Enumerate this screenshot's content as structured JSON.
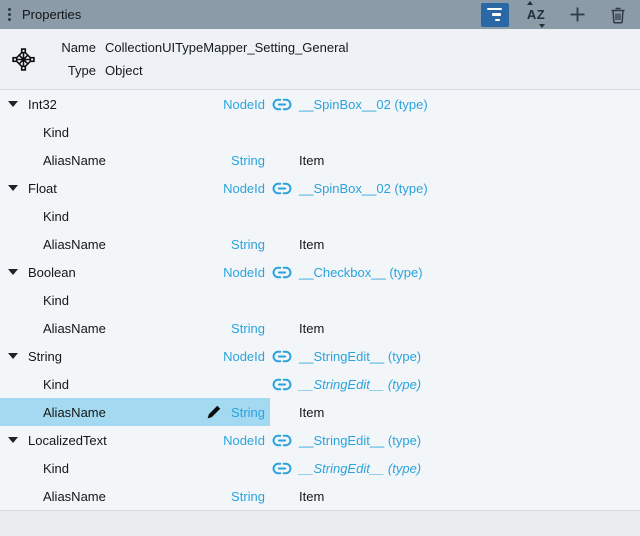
{
  "header": {
    "title": "Properties",
    "buttons": [
      {
        "name": "view-options",
        "icon": "list-tree-icon",
        "active": true
      },
      {
        "name": "sort-az",
        "icon": "sort-az-icon",
        "active": false
      },
      {
        "name": "add",
        "icon": "plus-icon",
        "active": false
      },
      {
        "name": "delete",
        "icon": "trash-icon",
        "active": false
      }
    ]
  },
  "info": {
    "icon": "object-structure-icon",
    "rows": [
      {
        "label": "Name",
        "value": "CollectionUITypeMapper_Setting_General"
      },
      {
        "label": "Type",
        "value": "Object"
      }
    ]
  },
  "tree": {
    "groups": [
      {
        "label": "Int32",
        "attr_label": "NodeId",
        "value": "__SpinBox__02 (type)",
        "children": [
          {
            "label": "Kind"
          },
          {
            "label": "AliasName",
            "attr_label": "String",
            "value": "Item"
          }
        ]
      },
      {
        "label": "Float",
        "attr_label": "NodeId",
        "value": "__SpinBox__02 (type)",
        "children": [
          {
            "label": "Kind"
          },
          {
            "label": "AliasName",
            "attr_label": "String",
            "value": "Item"
          }
        ]
      },
      {
        "label": "Boolean",
        "attr_label": "NodeId",
        "value": "__Checkbox__ (type)",
        "children": [
          {
            "label": "Kind"
          },
          {
            "label": "AliasName",
            "attr_label": "String",
            "value": "Item"
          }
        ]
      },
      {
        "label": "String",
        "attr_label": "NodeId",
        "value": "__StringEdit__ (type)",
        "children": [
          {
            "label": "Kind",
            "value": "__StringEdit__ (type)",
            "linked": true,
            "italic": true
          },
          {
            "label": "AliasName",
            "attr_label": "String",
            "value": "Item",
            "selected": true,
            "editing": true
          }
        ]
      },
      {
        "label": "LocalizedText",
        "attr_label": "NodeId",
        "value": "__StringEdit__ (type)",
        "children": [
          {
            "label": "Kind",
            "value": "__StringEdit__ (type)",
            "linked": true,
            "italic": true
          },
          {
            "label": "AliasName",
            "attr_label": "String",
            "value": "Item"
          }
        ]
      }
    ]
  },
  "colors": {
    "accent": "#2ba3dc",
    "selection": "#a4d9f2",
    "header_bg": "#8c9ba8",
    "active_button_bg": "#2968a4"
  }
}
